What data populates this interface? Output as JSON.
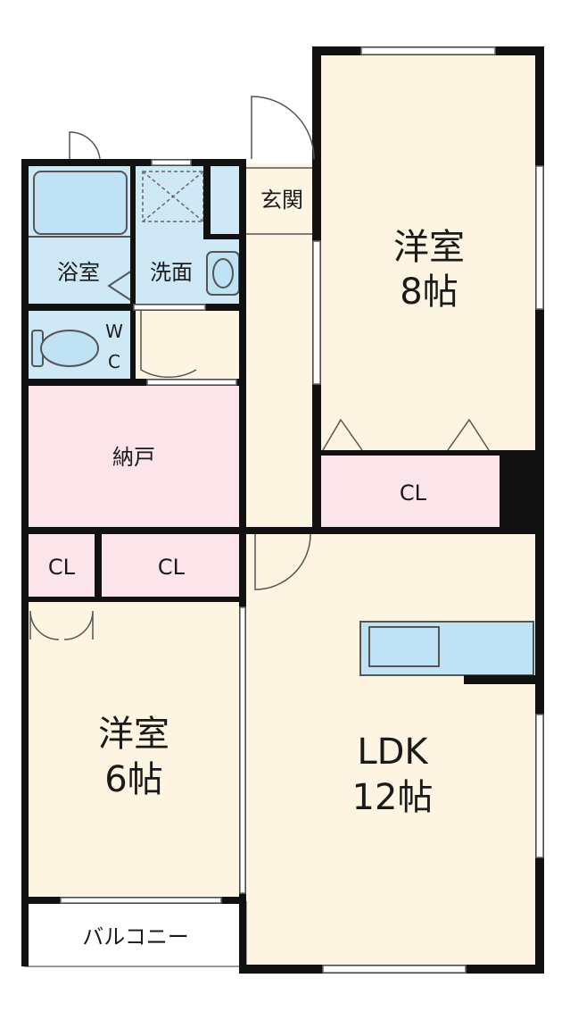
{
  "colors": {
    "wall": "#111111",
    "living": "#fdf5e1",
    "storage": "#fbe4ea",
    "wet": "#cfe8f6",
    "fixture": "#bfe3f4",
    "balcony": "#ffffff"
  },
  "rooms": {
    "western_8": {
      "name": "洋室",
      "size": "8帖"
    },
    "western_6": {
      "name": "洋室",
      "size": "6帖"
    },
    "ldk": {
      "name": "LDK",
      "size": "12帖"
    },
    "closet_top_right": "CL",
    "closet_left_small": "CL",
    "closet_left_wide": "CL",
    "storage_room": "納戸",
    "bath": "浴室",
    "washroom": "洗面",
    "toilet_w": "W",
    "toilet_c": "C",
    "entrance": "玄関",
    "balcony": "バルコニー"
  }
}
